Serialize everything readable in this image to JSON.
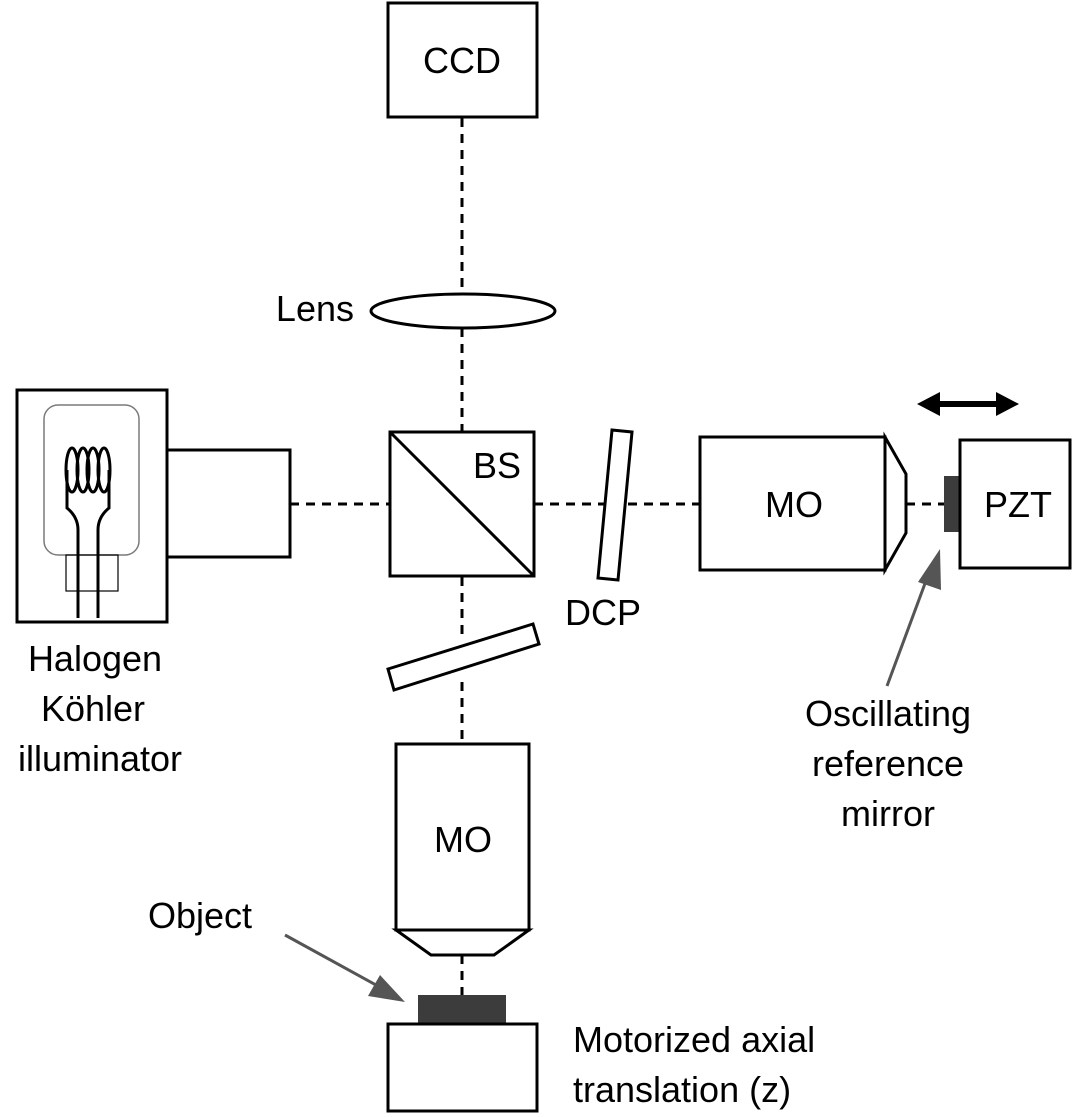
{
  "labels": {
    "ccd": "CCD",
    "lens": "Lens",
    "bs": "BS",
    "dcp": "DCP",
    "mo_right": "MO",
    "pzt": "PZT",
    "mo_bottom": "MO",
    "object": "Object",
    "halogen_line1": "Halogen",
    "halogen_line2": "Köhler",
    "halogen_line3": "illuminator",
    "osc_line1": "Oscillating",
    "osc_line2": "reference",
    "osc_line3": "mirror",
    "motor_line1": "Motorized axial",
    "motor_line2": "translation (z)"
  },
  "colors": {
    "stroke": "#000000",
    "mirror_fill": "#3c3c3c",
    "arrow_gray": "#555555",
    "lamp_frame": "#7a7a7a"
  }
}
